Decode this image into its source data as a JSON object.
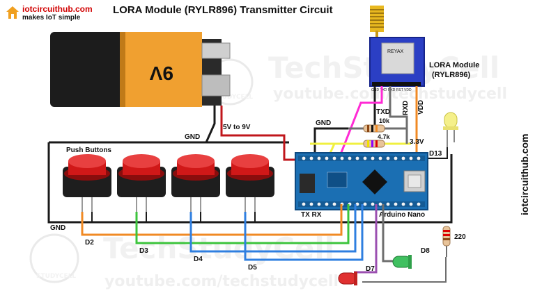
{
  "header": {
    "logo_text": "iotcircuithub.com",
    "logo_tagline": "makes IoT simple",
    "title": "LORA Module (RYLR896) Transmitter Circuit"
  },
  "side_url": "iotcircuithub.com",
  "watermarks": {
    "brand": "TechStudyCell",
    "url": "youtube.com/techstudycell",
    "badge_text": "STUDYCELL"
  },
  "battery": {
    "label": "9V"
  },
  "lora": {
    "label_line1": "LORA Module",
    "label_line2": "(RYLR896)",
    "chip_text": "REYAX",
    "pins": "GND  TXD RXD RST VDD"
  },
  "labels": {
    "gnd_top": "GND",
    "gnd_mid": "GND",
    "gnd_left": "GND",
    "v_in": "5V to 9V",
    "txd": "TXD",
    "rxd": "RXD",
    "vdd": "VDD",
    "r10k": "10k",
    "r47k": "4.7k",
    "v33": "3.3V",
    "d13": "D13",
    "tx_rx": "TX RX",
    "arduino": "Arduino Nano",
    "push_buttons": "Push Buttons",
    "d2": "D2",
    "d3": "D3",
    "d4": "D4",
    "d5": "D5",
    "d7": "D7",
    "d8": "D8",
    "r220": "220"
  },
  "colors": {
    "wire_red": "#c0161b",
    "wire_black": "#1a1a1a",
    "wire_orange": "#f08a24",
    "wire_green": "#3cc43c",
    "wire_blue": "#2f7fe0",
    "wire_magenta": "#ff2ad4",
    "wire_yellow": "#f0f040",
    "wire_purple": "#9b4fb0",
    "wire_gray": "#6e6e6e",
    "button_red": "#d01818",
    "nano_blue": "#1b6fb3",
    "lora_blue": "#2b3fc4"
  }
}
